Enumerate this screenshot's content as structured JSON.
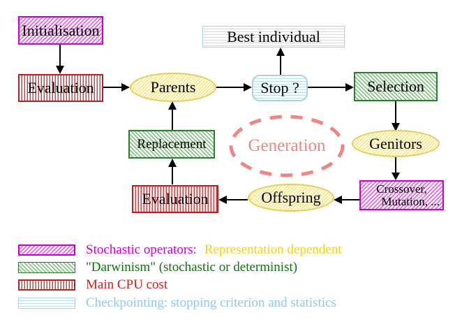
{
  "nodes": {
    "initialisation": "Initialisation",
    "evaluation_top": "Evaluation",
    "parents": "Parents",
    "stop": "Stop ?",
    "best_individual": "Best individual",
    "selection": "Selection",
    "replacement": "Replacement",
    "genitors": "Genitors",
    "generation": "Generation",
    "crossover_line1": "Crossover,",
    "crossover_line2": "Mutation, ...",
    "evaluation_bottom": "Evaluation",
    "offspring": "Offspring"
  },
  "legend": {
    "stochastic_label": "Stochastic operators:",
    "stochastic_suffix": "Representation dependent",
    "darwinism_label": "\"Darwinism\" (stochastic or determinist)",
    "cpu_label": "Main CPU cost",
    "checkpointing_label": "Checkpointing: stopping criterion and statistics"
  },
  "colors": {
    "stochastic_magenta": "#cc00cc",
    "representation_gold": "#f0d020",
    "darwinism_green": "#067806",
    "cpu_red": "#cc2222",
    "checkpointing_blue": "#8fc8ea",
    "generation_salmon": "#f08585",
    "yellow_node_border": "#e4cd5a",
    "arrow_black": "#000000"
  }
}
